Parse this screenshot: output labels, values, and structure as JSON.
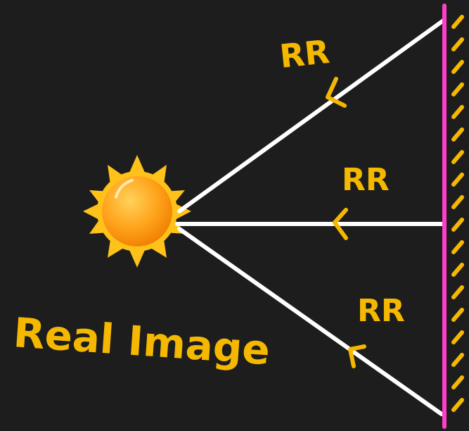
{
  "diagram": {
    "ray_labels": [
      "RR",
      "RR",
      "RR"
    ],
    "caption": "Real Image",
    "colors": {
      "background": "#1d1d1d",
      "ray": "#ffffff",
      "mirror": "#ff3fc8",
      "ink": "#f5b800",
      "sun_core": "#ff9f0f",
      "sun_rays": "#ffc21a"
    },
    "icons": [
      "sun-icon",
      "plane-mirror-icon",
      "arrow-head-icon"
    ]
  }
}
